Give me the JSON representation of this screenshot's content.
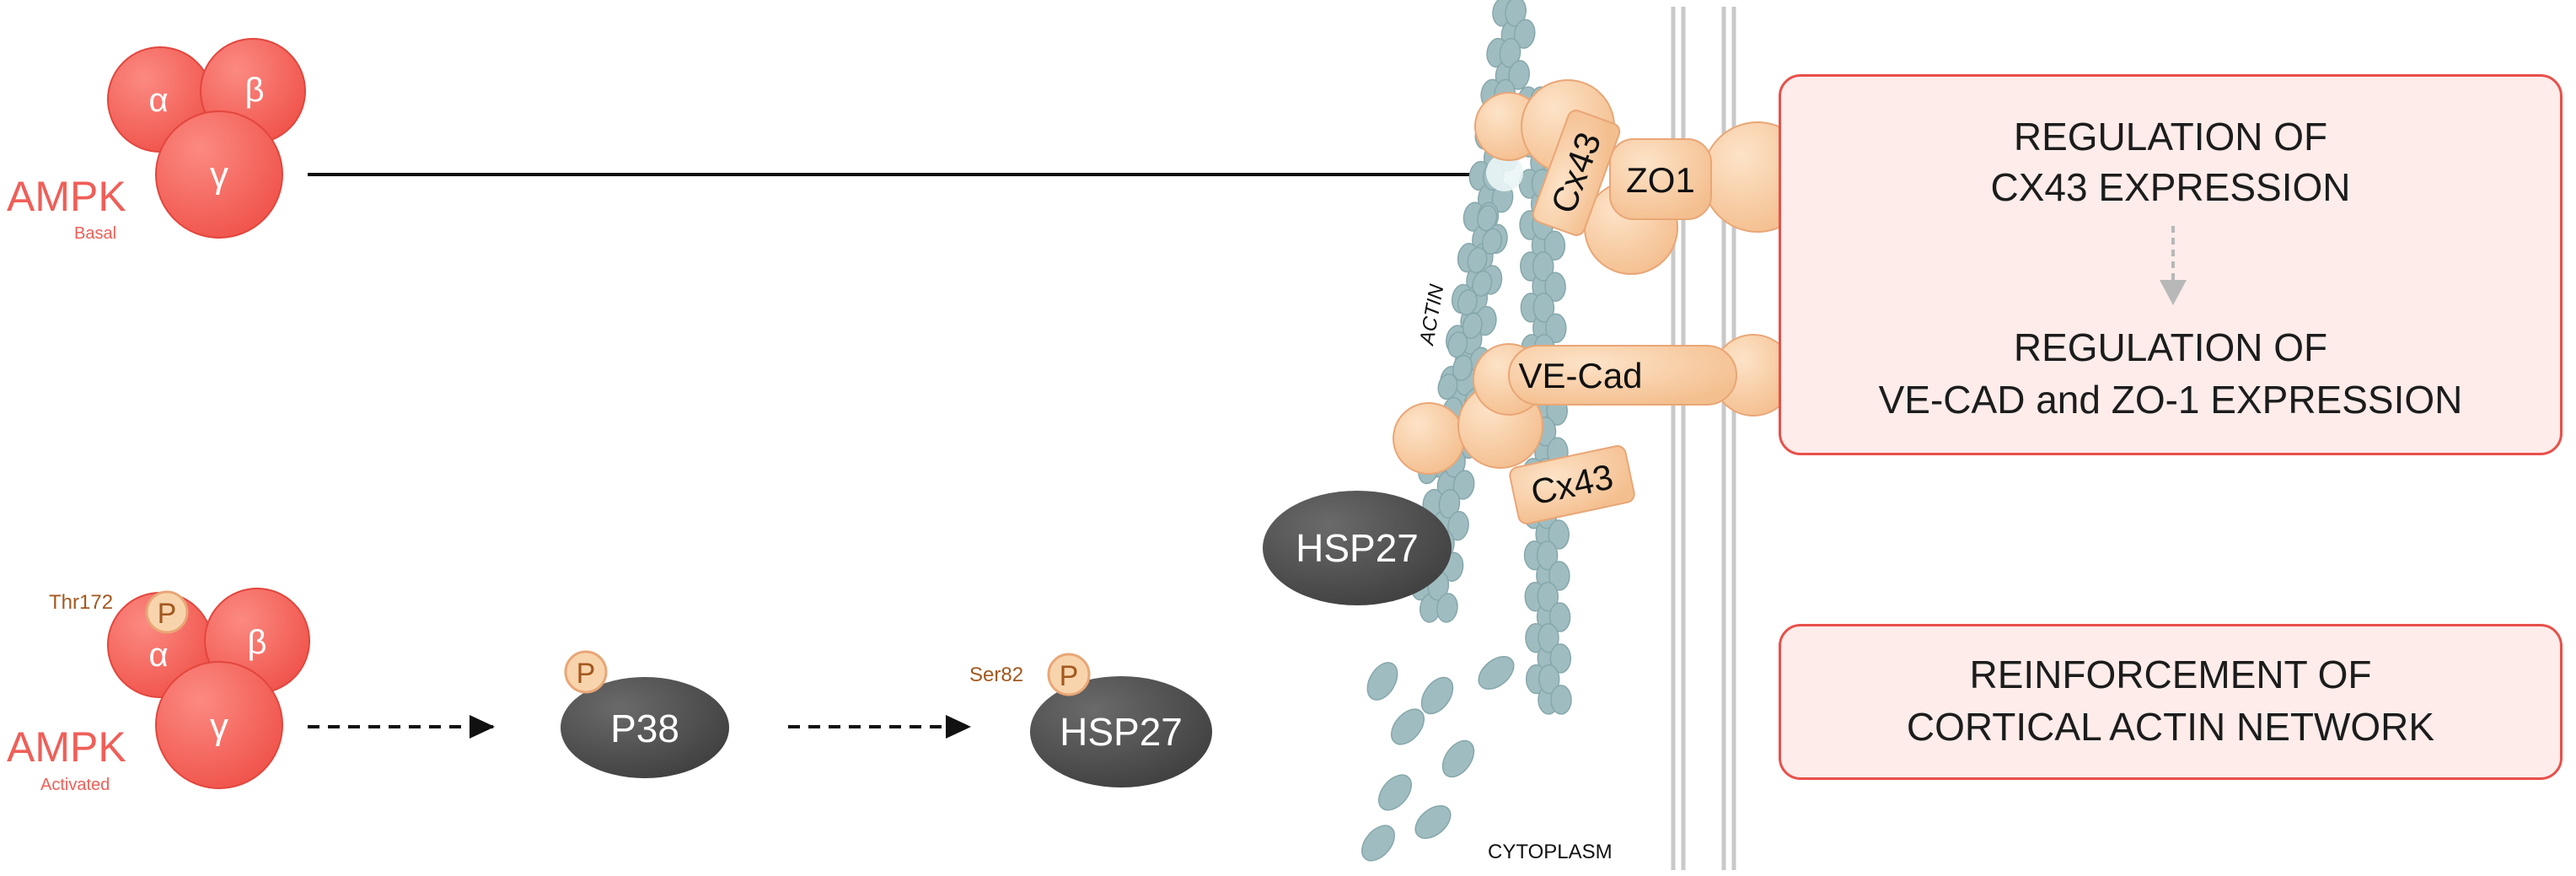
{
  "colors": {
    "ampk": "#f4655c",
    "ampk_label": "#ef5f58",
    "protein_orange": "#f7c9a0",
    "protein_orange_dark": "#e9a676",
    "phospho": "#f8d4ad",
    "phospho_text": "#a3581f",
    "actin": "#9fbdc1",
    "dark_protein": "#505050",
    "box_border": "#e8504a",
    "box_fill": "#fdecea",
    "membrane": "#c9c9c9"
  },
  "ampk_basal": {
    "alpha": "α",
    "beta": "β",
    "gamma": "γ",
    "label": "AMPK",
    "state": "Basal"
  },
  "ampk_activated": {
    "alpha": "α",
    "beta": "β",
    "gamma": "γ",
    "label": "AMPK",
    "state": "Activated",
    "site": "Thr172",
    "phospho": "P"
  },
  "p38": {
    "label": "P38",
    "phospho": "P"
  },
  "hsp27_cytosol": {
    "label": "HSP27",
    "phospho": "P",
    "site": "Ser82"
  },
  "hsp27_membrane": {
    "label": "HSP27"
  },
  "junction": {
    "actin_label": "ACTIN",
    "cx43_top": "Cx43",
    "zo1": "ZO1",
    "vecad": "VE-Cad",
    "cx43_bottom": "Cx43",
    "cytoplasm": "CYTOPLASM"
  },
  "outcomes": {
    "box1_line1": "REGULATION  OF",
    "box1_line2": "CX43 EXPRESSION",
    "box1_line3": "REGULATION OF",
    "box1_line4": "VE-CAD and ZO-1 EXPRESSION",
    "box2_line1": "REINFORCEMENT OF",
    "box2_line2": "CORTICAL ACTIN NETWORK"
  }
}
